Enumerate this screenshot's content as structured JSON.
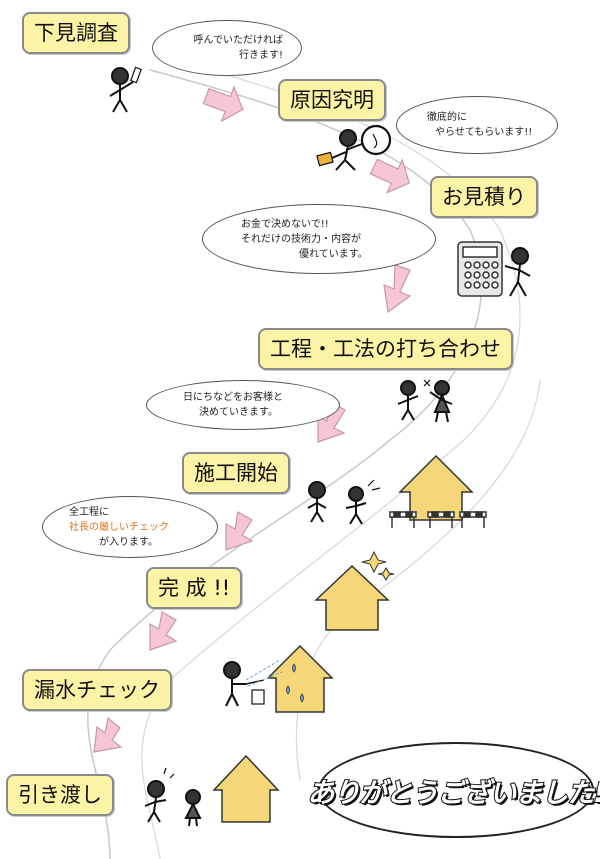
{
  "steps": {
    "survey": "下見調査",
    "investigation": "原因究明",
    "estimate": "お見積り",
    "planning": "工程・工法の打ち合わせ",
    "construction_start": "施工開始",
    "completion": "完 成 !!",
    "leak_check": "漏水チェック",
    "handover": "引き渡し"
  },
  "bubbles": {
    "survey": [
      "呼んでいただければ",
      "行きます!"
    ],
    "investigation": [
      "徹底的に",
      "やらせてもらいます!!"
    ],
    "estimate": [
      "お金で決めないで!!",
      "それだけの技術力・内容が",
      "優れています。"
    ],
    "planning": [
      "日にちなどをお客様と",
      "決めていきます。"
    ],
    "construction_start": {
      "line1": "全工程に",
      "highlight": "社長の厳しいチェック",
      "line3": "が入ります。"
    }
  },
  "thanks": "ありがとうございました!",
  "colors": {
    "step_fill": "#fbf3a6",
    "arrow_fill": "#f7c6d6",
    "house_fill": "#f5d77a",
    "accent_text": "#e0701c"
  }
}
